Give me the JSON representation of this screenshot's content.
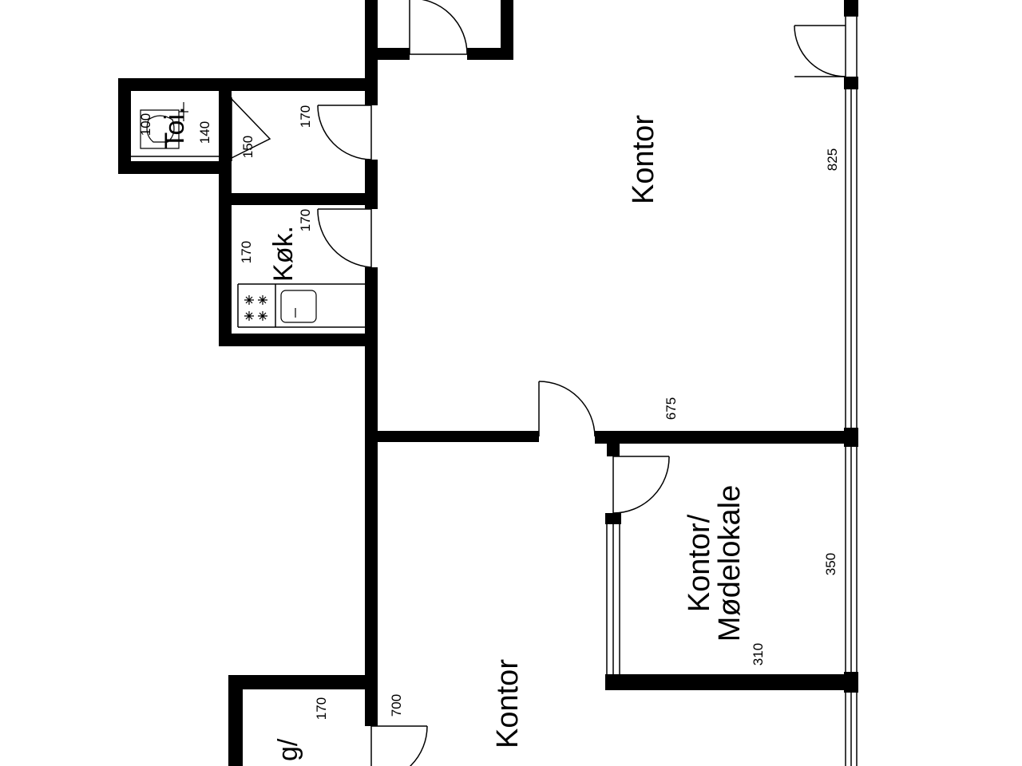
{
  "rooms": {
    "office_main": "Kontor",
    "office_lower": "Kontor",
    "meeting_line1": "Kontor/",
    "meeting_line2": "Mødelokale",
    "kitchen": "Køk.",
    "toilet": "Toi.",
    "partial_room": "g/"
  },
  "dimensions": {
    "d825": "825",
    "d675": "675",
    "d350": "350",
    "d310": "310",
    "d700": "700",
    "d170_lower": "170",
    "d170_toilet_door": "170",
    "d170_kitchen_door": "170",
    "d170_kitchen": "170",
    "d150": "150",
    "d100": "100",
    "d140": "140"
  },
  "colors": {
    "wall": "#000000",
    "background": "#ffffff"
  }
}
